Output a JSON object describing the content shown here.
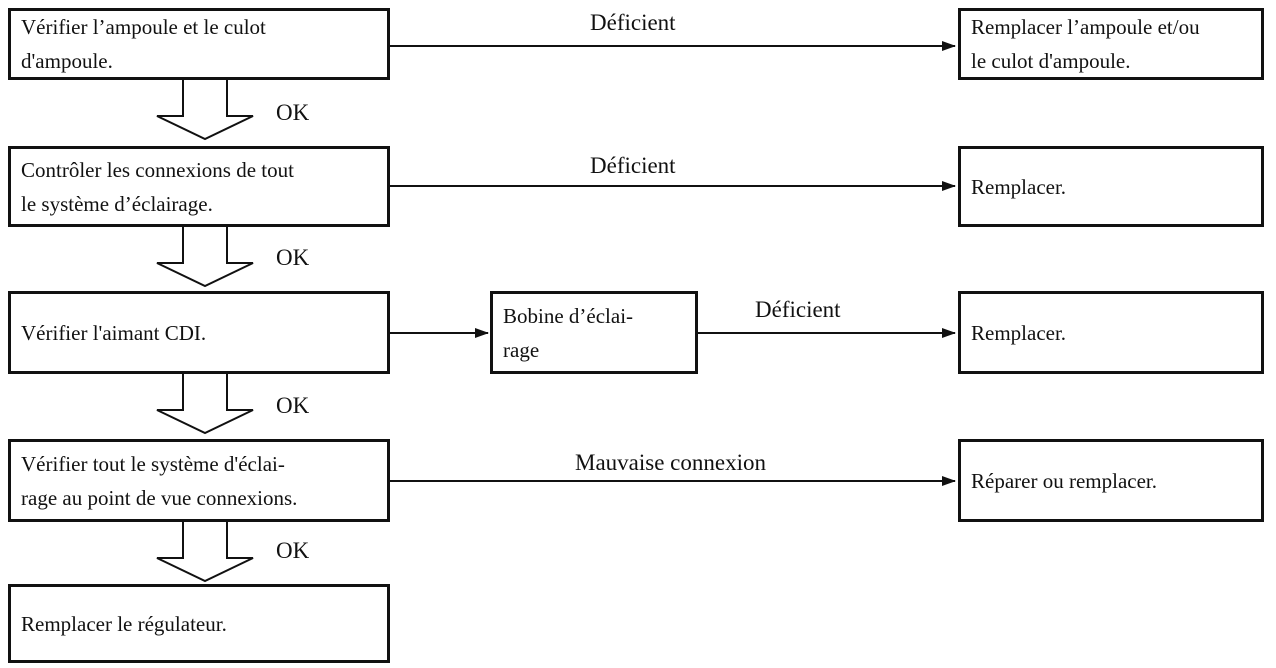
{
  "boxes": {
    "check_bulb": "Vérifier l’ampoule et le culot\nd'ampoule.",
    "replace_bulb": "Remplacer l’ampoule et/ou\nle culot d'ampoule.",
    "check_connections": "Contrôler les connexions de tout\nle système d’éclairage.",
    "replace_1": "Remplacer.",
    "check_magnet": "Vérifier l'aimant CDI.",
    "lighting_coil": "Bobine d’éclai-\nrage",
    "replace_2": "Remplacer.",
    "check_system": "Vérifier tout le système d'éclai-\nrage au point de vue connexions.",
    "repair_replace": "Réparer ou remplacer.",
    "replace_regulator": "Remplacer le régulateur."
  },
  "labels": {
    "deficient_1": "Déficient",
    "deficient_2": "Déficient",
    "deficient_3": "Déficient",
    "bad_connection": "Mauvaise connexion",
    "ok_1": "OK",
    "ok_2": "OK",
    "ok_3": "OK",
    "ok_4": "OK"
  }
}
